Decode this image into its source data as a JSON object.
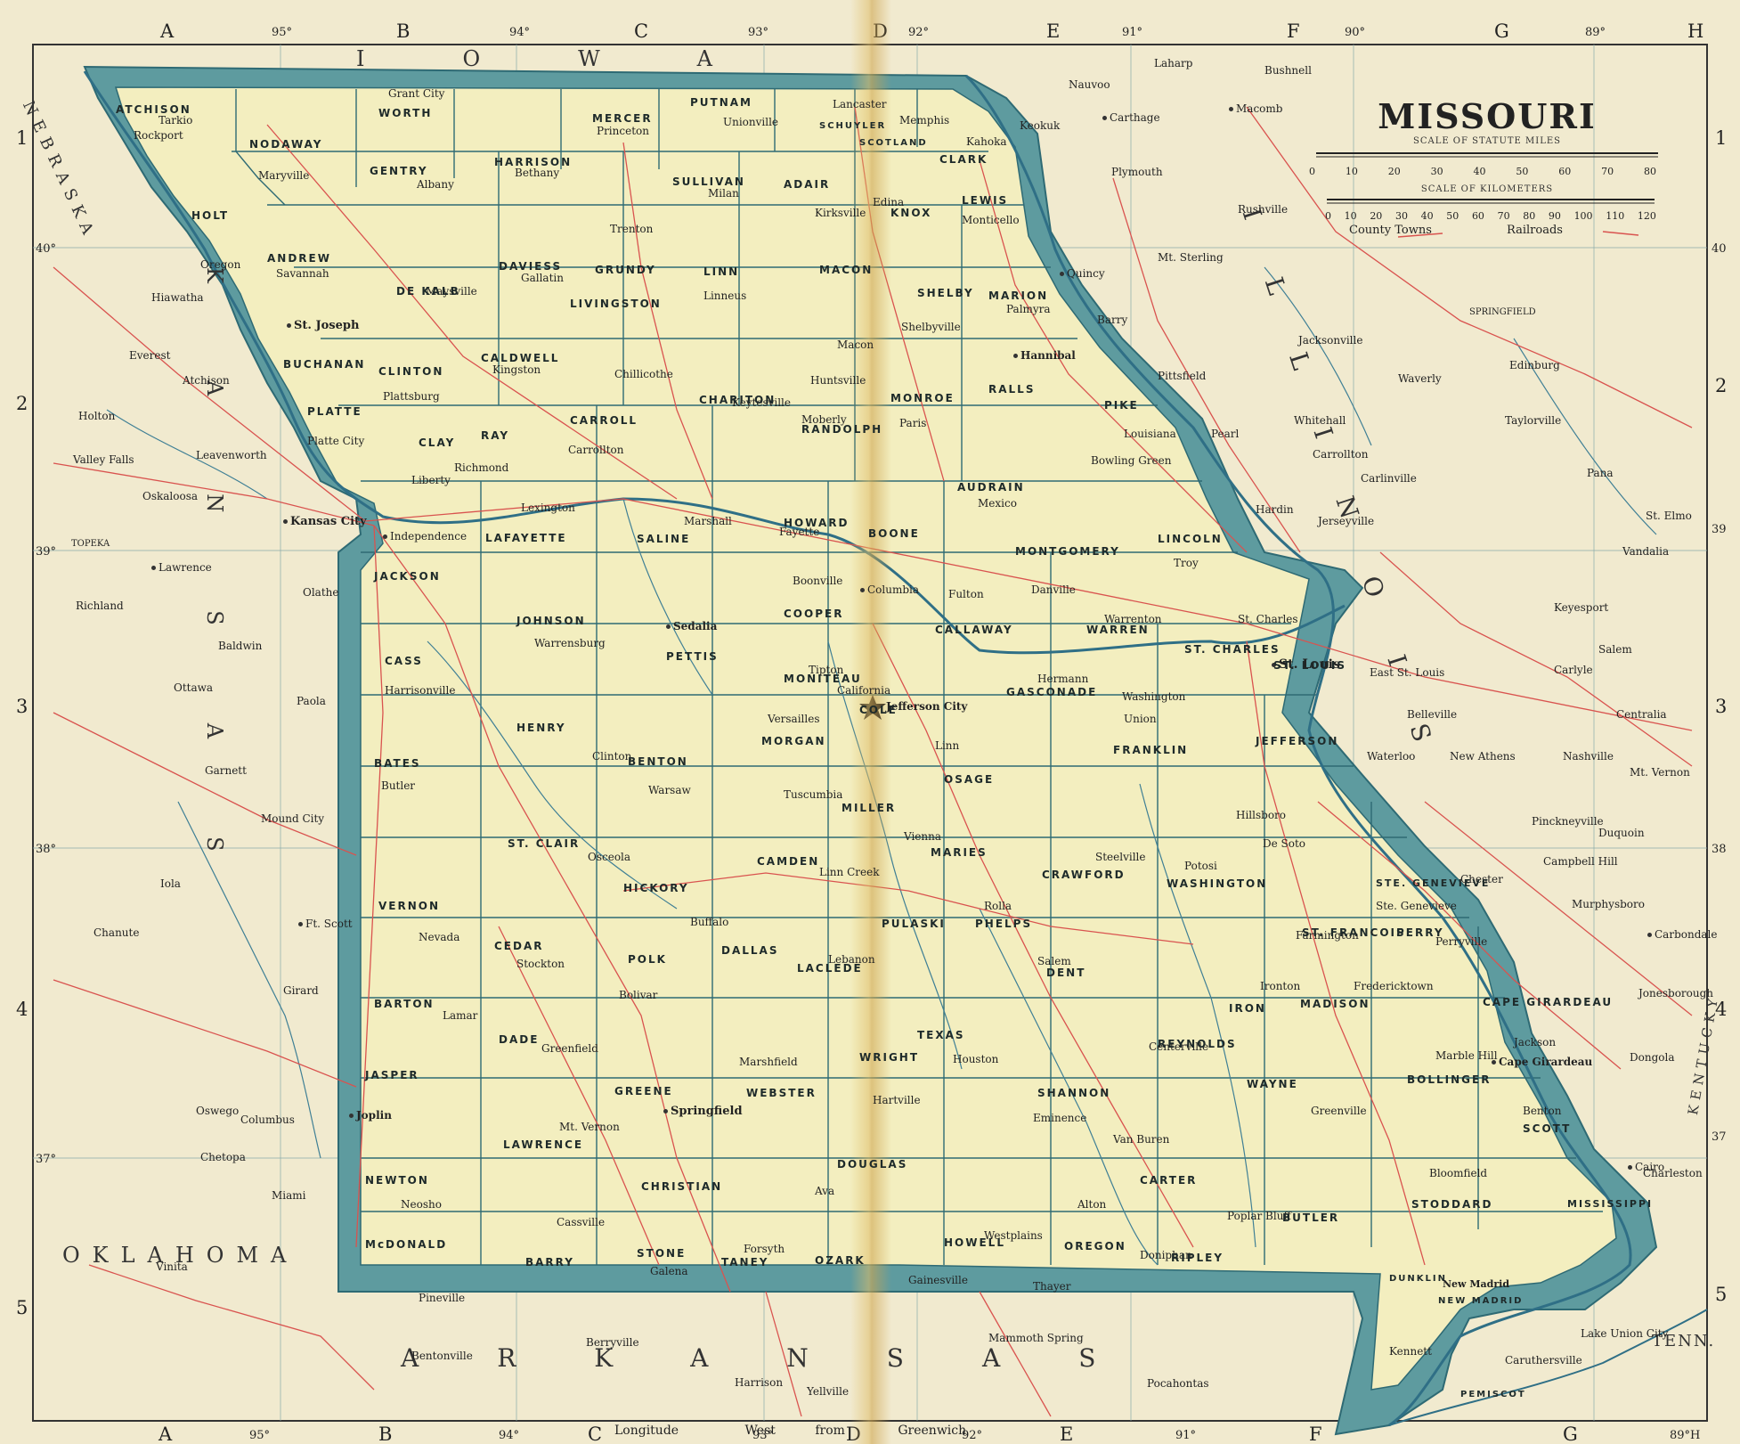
{
  "title": "MISSOURI",
  "scale": {
    "miles_label": "SCALE OF STATUTE MILES",
    "miles_ticks": [
      "0",
      "10",
      "20",
      "30",
      "40",
      "50",
      "60",
      "70",
      "80"
    ],
    "km_label": "SCALE OF KILOMETERS",
    "km_ticks": [
      "0",
      "10",
      "20",
      "30",
      "40",
      "50",
      "60",
      "70",
      "80",
      "90",
      "100",
      "110",
      "120"
    ]
  },
  "legend": {
    "county_towns": "County Towns",
    "railroads": "Railroads"
  },
  "grid": {
    "top_letters": [
      "A",
      "B",
      "C",
      "D",
      "E",
      "F",
      "G",
      "H"
    ],
    "bottom_letters": [
      "A",
      "B",
      "C",
      "D",
      "E",
      "F",
      "G",
      "H"
    ],
    "top_degrees": [
      "95°",
      "94°",
      "93°",
      "92°",
      "91°",
      "90°",
      "89°"
    ],
    "bottom_degrees": [
      "95°",
      "94°",
      "93°",
      "92°",
      "91°",
      "89°H"
    ],
    "left_numbers": [
      "1",
      "2",
      "3",
      "4",
      "5"
    ],
    "right_numbers": [
      "1",
      "2",
      "3",
      "4",
      "5"
    ],
    "latitudes_left": [
      "40°",
      "39°",
      "38°",
      "37°"
    ],
    "latitudes_right": [
      "40",
      "39",
      "38",
      "37"
    ]
  },
  "footer": {
    "longitude": "Longitude",
    "west": "West",
    "from": "from",
    "greenwich": "Greenwich"
  },
  "neighbors": {
    "iowa": "IOWA",
    "nebraska": "NEBRASKA",
    "kansas": "KANSAS",
    "oklahoma": "OKLAHOMA",
    "arkansas": "ARKANSAS",
    "illinois": "ILLINOIS",
    "kentucky": "KENTUCKY",
    "tenn": "TENN."
  },
  "cities": {
    "st_louis": "St. Louis",
    "kansas_city": "Kansas City",
    "st_joseph": "St. Joseph",
    "springfield": "Springfield",
    "jefferson_city": "Jefferson City",
    "joplin": "Joplin",
    "hannibal": "Hannibal",
    "sedalia": "Sedalia",
    "independence": "Independence",
    "columbia": "Columbia",
    "cape_girardeau": "Cape Girardeau",
    "quincy": "Quincy",
    "keokuk": "Keokuk",
    "east_st_louis": "East St. Louis",
    "springfield_il": "SPRINGFIELD",
    "lawrence": "Lawrence",
    "topeka": "TOPEKA",
    "fort_scott": "Ft. Scott",
    "cairo": "Cairo",
    "carthage": "Carthage",
    "macomb": "Macomb",
    "bushnell": "Bushnell",
    "nauvoo": "Nauvoo",
    "laharp": "Laharp",
    "carbondale": "Carbondale",
    "salem": "Salem",
    "centralia": "Centralia",
    "vandalia": "Vandalia",
    "taylorville": "Taylorville",
    "edinburg": "Edinburg",
    "pana": "Pana",
    "olathe": "Olathe",
    "leavenworth": "Leavenworth",
    "atchison": "Atchison",
    "ottawa": "Ottawa",
    "chanute": "Chanute",
    "vinita": "Vinita",
    "bentonville": "Bentonville",
    "berryville": "Berryville",
    "harrison": "Harrison",
    "yellville": "Yellville",
    "mammoth_spring": "Mammoth Spring",
    "pocahontas": "Pocahontas",
    "mound_city": "Mound City",
    "paola": "Paola",
    "garnett": "Garnett",
    "iola": "Iola",
    "girard": "Girard",
    "columbus": "Columbus",
    "oswego": "Oswego",
    "chetopa": "Chetopa",
    "miami": "Miami",
    "hiawatha": "Hiawatha",
    "holton": "Holton",
    "everest": "Everest",
    "valley_falls": "Valley Falls",
    "oskaloosa": "Oskaloosa",
    "richland": "Richland",
    "baldwin": "Baldwin",
    "waverly": "Waverly",
    "jerseyville": "Jerseyville",
    "carlinville": "Carlinville",
    "pittsfield": "Pittsfield",
    "barry": "Barry",
    "mt_sterling": "Mt. Sterling",
    "rushville": "Rushville",
    "plymouth": "Plymouth",
    "jacksonville": "Jacksonville",
    "hardin": "Hardin",
    "pearl": "Pearl",
    "carrollton": "Carrollton",
    "whitehall": "Whitehall",
    "belleville": "Belleville",
    "waterloo": "Waterloo",
    "new_athens": "New Athens",
    "nashville": "Nashville",
    "mt_vernon_il": "Mt. Vernon",
    "pinckneyville": "Pinckneyville",
    "duquoin": "Duquoin",
    "chester": "Chester",
    "murphysboro": "Murphysboro",
    "jonesborough": "Jonesborough",
    "dongola": "Dongola",
    "union_city": "Lake Union City",
    "keyesport": "Keyesport",
    "carlyle": "Carlyle",
    "st_elmo": "St. Elmo",
    "campbell_hill": "Campbell Hill",
    "chillicothe": "Chillicothe",
    "trenton": "Trenton",
    "kirksville": "Kirksville",
    "moberly": "Moberly",
    "mexico": "Mexico",
    "fulton": "Fulton",
    "boonville": "Boonville",
    "lexington": "Lexington",
    "marshall": "Marshall",
    "clinton": "Clinton",
    "nevada": "Nevada",
    "lamar": "Lamar",
    "rolla": "Rolla",
    "lebanon": "Lebanon",
    "west_plains": "Westplains",
    "poplar_bluff": "Poplar Bluff",
    "farmington": "Farmington",
    "ironton": "Ironton",
    "louisiana": "Louisiana",
    "macon": "Macon",
    "warrensburg": "Warrensburg",
    "st_charles": "St. Charles",
    "new_madrid": "New Madrid",
    "hermann": "Hermann",
    "washington": "Washington",
    "salem_mo": "Salem",
    "houston": "Houston",
    "ava": "Ava",
    "neosho": "Neosho",
    "cassville": "Cassville",
    "greenfield": "Greenfield",
    "bolivar": "Bolivar",
    "buffalo": "Buffalo",
    "hartville": "Hartville",
    "marshfield": "Marshfield",
    "linn": "Linn",
    "tuscumbia": "Tuscumbia",
    "vienna": "Vienna",
    "potosi": "Potosi",
    "fredericktown": "Fredericktown",
    "jackson": "Jackson",
    "benton": "Benton",
    "charleston": "Charleston",
    "bloomfield": "Bloomfield",
    "kennett": "Kennett",
    "caruthersville": "Caruthersville",
    "doniphan": "Doniphan",
    "alton": "Alton",
    "thayer": "Thayer",
    "gainesville": "Gainesville",
    "forsyth": "Forsyth",
    "galena": "Galena",
    "pineville": "Pineville",
    "mt_vernon": "Mt. Vernon",
    "stockton": "Stockton",
    "osceola": "Osceola",
    "warsaw": "Warsaw",
    "butler": "Butler",
    "harrisonville": "Harrisonville",
    "platte_city": "Platte City",
    "liberty": "Liberty",
    "plattsburg": "Plattsburg",
    "maysville": "Maysville",
    "savannah": "Savannah",
    "oregon": "Oregon",
    "rock_port": "Rockport",
    "tarkio": "Tarkio",
    "maryville": "Maryville",
    "grant_city": "Grant City",
    "albany": "Albany",
    "bethany": "Bethany",
    "princeton": "Princeton",
    "unionville": "Unionville",
    "lancaster": "Lancaster",
    "memphis": "Memphis",
    "kahoka": "Kahoka",
    "edina": "Edina",
    "monticello": "Monticello",
    "shelbyville": "Shelbyville",
    "palmyra": "Palmyra",
    "paris": "Paris",
    "bowling_green": "Bowling Green",
    "troy": "Troy",
    "warrenton": "Warrenton",
    "danville": "Danville",
    "union": "Union",
    "hillsboro": "Hillsboro",
    "de_soto": "De Soto",
    "ste_genevieve": "Ste. Genevieve",
    "perryville": "Perryville",
    "marble_hill": "Marble Hill",
    "greenville": "Greenville",
    "centerville": "Centerville",
    "van_buren": "Van Buren",
    "eminence": "Eminence",
    "steelville": "Steelville",
    "linn_creek": "Linn Creek",
    "versailles": "Versailles",
    "tipton": "Tipton",
    "california": "California",
    "fayette": "Fayette",
    "huntsville": "Huntsville",
    "keytesville": "Keytesville",
    "carrollton_mo": "Carrollton",
    "richmond": "Richmond",
    "gallatin": "Gallatin",
    "linneus": "Linneus",
    "milan": "Milan",
    "kingston": "Kingston"
  },
  "counties": [
    "ATCHISON",
    "NODAWAY",
    "WORTH",
    "HARRISON",
    "MERCER",
    "PUTNAM",
    "SCHUYLER",
    "SCOTLAND",
    "CLARK",
    "HOLT",
    "ANDREW",
    "GENTRY",
    "DAVIESS",
    "GRUNDY",
    "SULLIVAN",
    "ADAIR",
    "KNOX",
    "LEWIS",
    "BUCHANAN",
    "DE KALB",
    "CALDWELL",
    "LIVINGSTON",
    "LINN",
    "MACON",
    "SHELBY",
    "MARION",
    "PLATTE",
    "CLAY",
    "CLINTON",
    "RAY",
    "CARROLL",
    "CHARITON",
    "RANDOLPH",
    "MONROE",
    "RALLS",
    "PIKE",
    "JACKSON",
    "LAFAYETTE",
    "SALINE",
    "HOWARD",
    "BOONE",
    "AUDRAIN",
    "MONTGOMERY",
    "LINCOLN",
    "CASS",
    "JOHNSON",
    "PETTIS",
    "COOPER",
    "CALLAWAY",
    "WARREN",
    "ST. CHARLES",
    "ST. LOUIS",
    "BATES",
    "HENRY",
    "BENTON",
    "MORGAN",
    "MONITEAU",
    "COLE",
    "OSAGE",
    "GASCONADE",
    "FRANKLIN",
    "JEFFERSON",
    "VERNON",
    "ST. CLAIR",
    "HICKORY",
    "CAMDEN",
    "MILLER",
    "MARIES",
    "PHELPS",
    "CRAWFORD",
    "WASHINGTON",
    "ST. FRANCOIS",
    "STE. GENEVIEVE",
    "PERRY",
    "BARTON",
    "CEDAR",
    "POLK",
    "DALLAS",
    "LACLEDE",
    "PULASKI",
    "TEXAS",
    "DENT",
    "IRON",
    "MADISON",
    "BOLLINGER",
    "CAPE GIRARDEAU",
    "JASPER",
    "DADE",
    "GREENE",
    "WEBSTER",
    "WRIGHT",
    "SHANNON",
    "REYNOLDS",
    "WAYNE",
    "SCOTT",
    "NEWTON",
    "LAWRENCE",
    "CHRISTIAN",
    "DOUGLAS",
    "HOWELL",
    "OREGON",
    "CARTER",
    "RIPLEY",
    "BUTLER",
    "STODDARD",
    "MISSISSIPPI",
    "McDONALD",
    "BARRY",
    "STONE",
    "TANEY",
    "OZARK",
    "NEW MADRID",
    "DUNKLIN",
    "PEMISCOT"
  ],
  "colors": {
    "paper": "#f1eacf",
    "state_fill": "#f3eebf",
    "border_band": "#5e9b9f",
    "county_line": "#2e6a74",
    "river": "#2f6f86",
    "railroad": "#d9534f",
    "outer_state_fill": "#efe9d2"
  },
  "icons": {
    "town_dot": "filled-circle",
    "county_town": "circled-dot",
    "state_capital": "star"
  }
}
